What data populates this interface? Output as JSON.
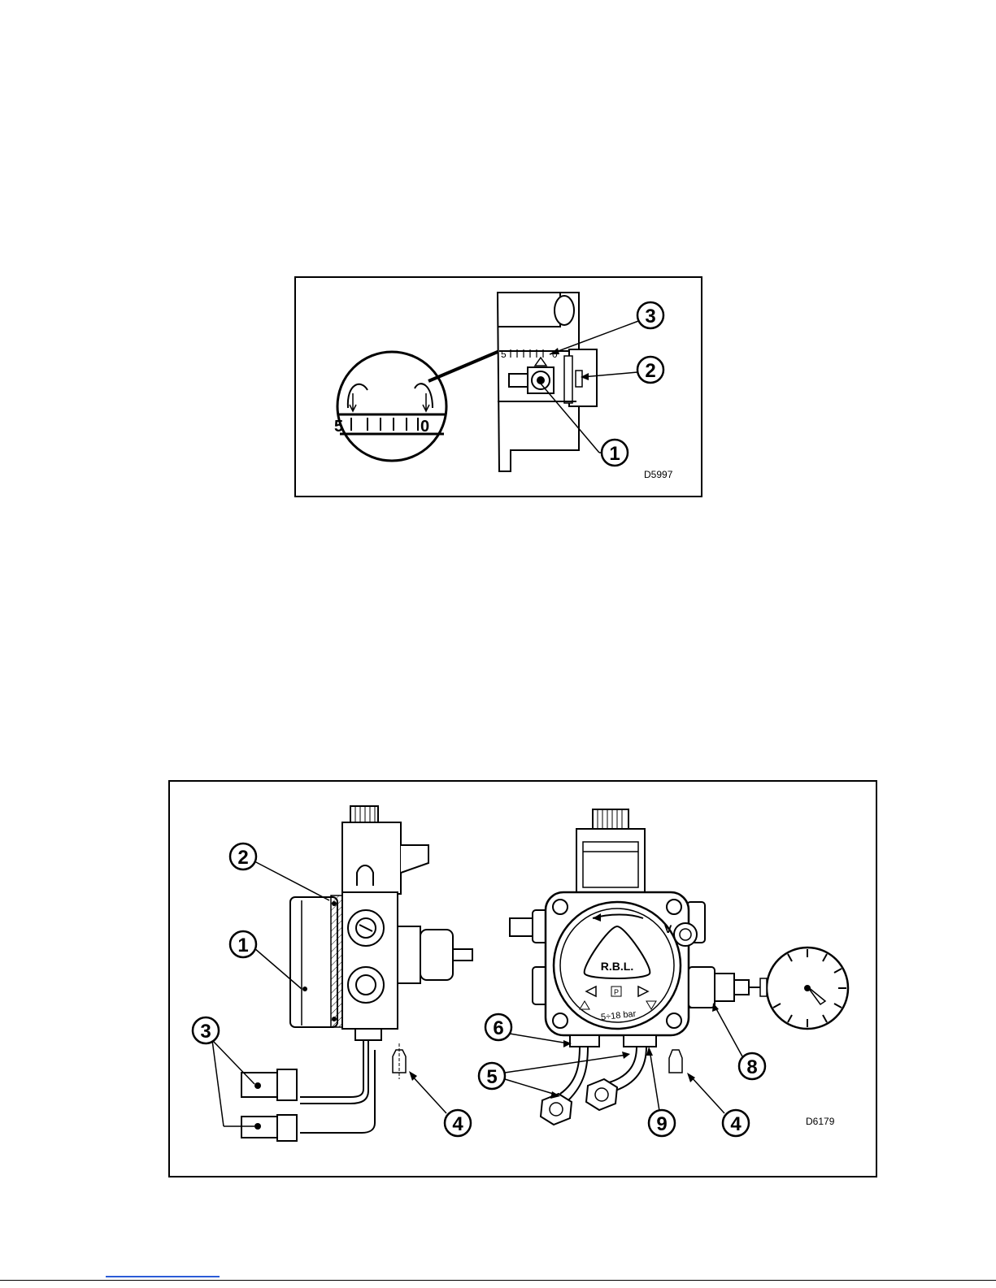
{
  "figure1": {
    "code": "D5997",
    "scale": {
      "left": "5",
      "right": "0"
    },
    "callouts": [
      "1",
      "2",
      "3"
    ]
  },
  "figure2": {
    "code": "D6179",
    "callouts": [
      "1",
      "2",
      "3",
      "4",
      "4",
      "5",
      "6",
      "8",
      "9"
    ],
    "pump_brand": "R.B.L.",
    "pump_port_v": "V",
    "pump_port_p": "P",
    "pump_pressure": "5÷18 bar"
  }
}
